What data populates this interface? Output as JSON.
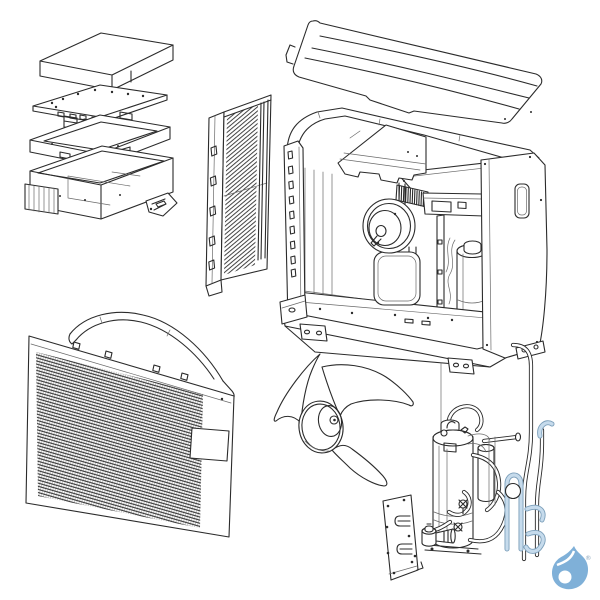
{
  "colors": {
    "background": "#ffffff",
    "line": "#2b2b2b",
    "line_light": "#6a6a6a",
    "pipe_highlight_fill": "#c6dbec",
    "pipe_highlight_stroke": "#7c9fba",
    "logo_blue": "#7fb0d8"
  },
  "logo": {
    "registered_mark": "®"
  },
  "parts": [
    {
      "id": "electrical-box-cover",
      "name": "electrical box cover"
    },
    {
      "id": "pcb-control-board",
      "name": "control circuit board"
    },
    {
      "id": "electrical-box-tray",
      "name": "electrical box tray"
    },
    {
      "id": "electrical-box-base",
      "name": "electrical box base with heat sink"
    },
    {
      "id": "top-panel",
      "name": "top panel"
    },
    {
      "id": "side-heat-exchanger",
      "name": "side heat exchanger coil"
    },
    {
      "id": "corner-post",
      "name": "front corner post"
    },
    {
      "id": "main-chassis",
      "name": "main chassis assembly"
    },
    {
      "id": "fan-motor",
      "name": "fan motor"
    },
    {
      "id": "front-grille-panel",
      "name": "front grille panel"
    },
    {
      "id": "fan-shroud",
      "name": "fan shroud"
    },
    {
      "id": "propeller-fan",
      "name": "propeller fan"
    },
    {
      "id": "compressor-piping-assembly",
      "name": "compressor and piping assembly"
    },
    {
      "id": "mounting-bracket-plate",
      "name": "mounting bracket plate"
    },
    {
      "id": "service-valve",
      "name": "service valve fitting"
    },
    {
      "id": "water-drop-logo",
      "name": "water drop logo"
    }
  ]
}
